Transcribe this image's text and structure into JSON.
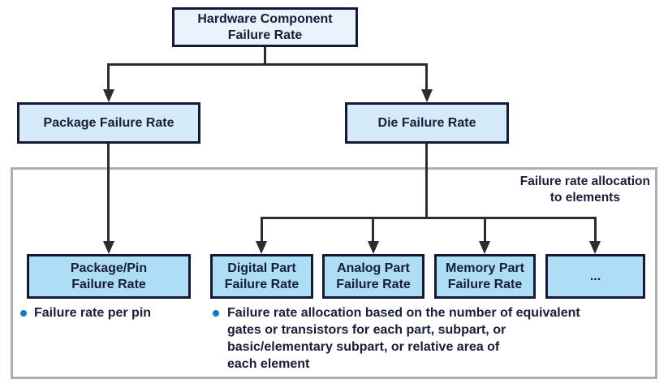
{
  "nodes": {
    "root": {
      "label": "Hardware Component\nFailure Rate"
    },
    "package": {
      "label": "Package Failure Rate"
    },
    "die": {
      "label": "Die Failure Rate"
    },
    "package_pin": {
      "label": "Package/Pin\nFailure Rate"
    },
    "digital": {
      "label": "Digital Part\nFailure Rate"
    },
    "analog": {
      "label": "Analog Part\nFailure Rate"
    },
    "memory": {
      "label": "Memory Part\nFailure Rate"
    },
    "others": {
      "label": "..."
    }
  },
  "group": {
    "label": "Failure rate allocation\nto elements"
  },
  "bullets": {
    "pin": "Failure rate per pin",
    "allocation": "Failure rate allocation based on the number of equivalent\ngates or transistors for each part, subpart, or\nbasic/elementary subpart, or relative area of\neach element"
  },
  "colors": {
    "node_fill_level1": "#e8f3fc",
    "node_fill_level2": "#d5ebfa",
    "node_fill_level3": "#aeddf6",
    "node_border": "#141a35",
    "connector": "#2d2d2d",
    "group_border": "#a9aeb9",
    "text": "#181d3a",
    "bullet_dot": "#1878be",
    "background": "#ffffff"
  }
}
